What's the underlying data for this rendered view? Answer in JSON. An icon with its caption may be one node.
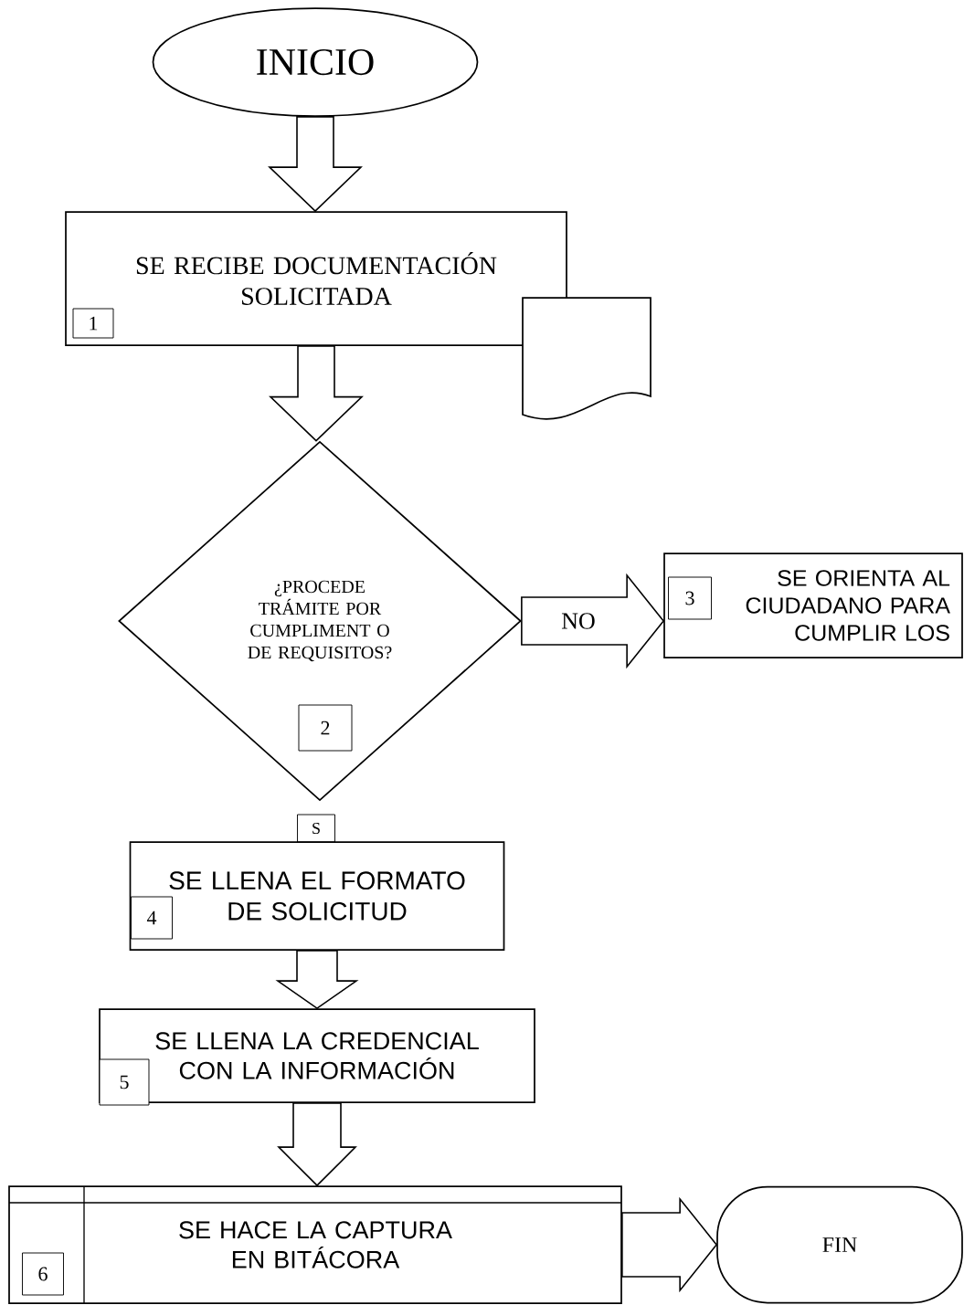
{
  "diagram": {
    "nodes": [
      {
        "text": [
          "INICIO"
        ]
      },
      {
        "text": [
          "SE RECIBE DOCUMENTACIÓN SOLICITADA"
        ]
      },
      {
        "text": [
          "1"
        ],
        "in": 1
      },
      {
        "text": [],
        "shape": "document"
      },
      {
        "text": [
          "¿PROCEDE TRÁMITE POR CUMPLIMENT O DE REQUISITOS?"
        ]
      },
      {
        "text": [
          "2"
        ],
        "in": 4
      },
      {
        "text": [
          "SE ORIENTA AL CIUDADANO PARA CUMPLIR LOS"
        ]
      },
      {
        "text": [
          "3"
        ],
        "in": 6
      },
      {
        "text": [
          "S"
        ]
      },
      {
        "text": [
          "SE LLENA EL FORMATO DE SOLICITUD"
        ]
      },
      {
        "text": [
          "4"
        ],
        "in": 9
      },
      {
        "text": [
          "SE LLENA LA CREDENCIAL CON LA INFORMACIÓN"
        ]
      },
      {
        "text": [
          "5"
        ],
        "in": 11
      },
      {
        "text": [
          "SE HACE LA CAPTURA EN BITÁCORA"
        ]
      },
      {
        "text": [
          "6"
        ],
        "in": 13
      },
      {
        "text": [
          "FIN"
        ]
      }
    ],
    "edges": [
      {
        "from": 0,
        "to": 1,
        "arrow": "to"
      },
      {
        "from": 1,
        "to": 4,
        "arrow": "to"
      },
      {
        "from": 4,
        "to": 6,
        "arrow": "to",
        "label": "NO"
      },
      {
        "from": 9,
        "to": 11,
        "arrow": "to"
      },
      {
        "from": 11,
        "to": 13,
        "arrow": "to"
      },
      {
        "from": 13,
        "to": 15,
        "arrow": "to"
      }
    ]
  }
}
